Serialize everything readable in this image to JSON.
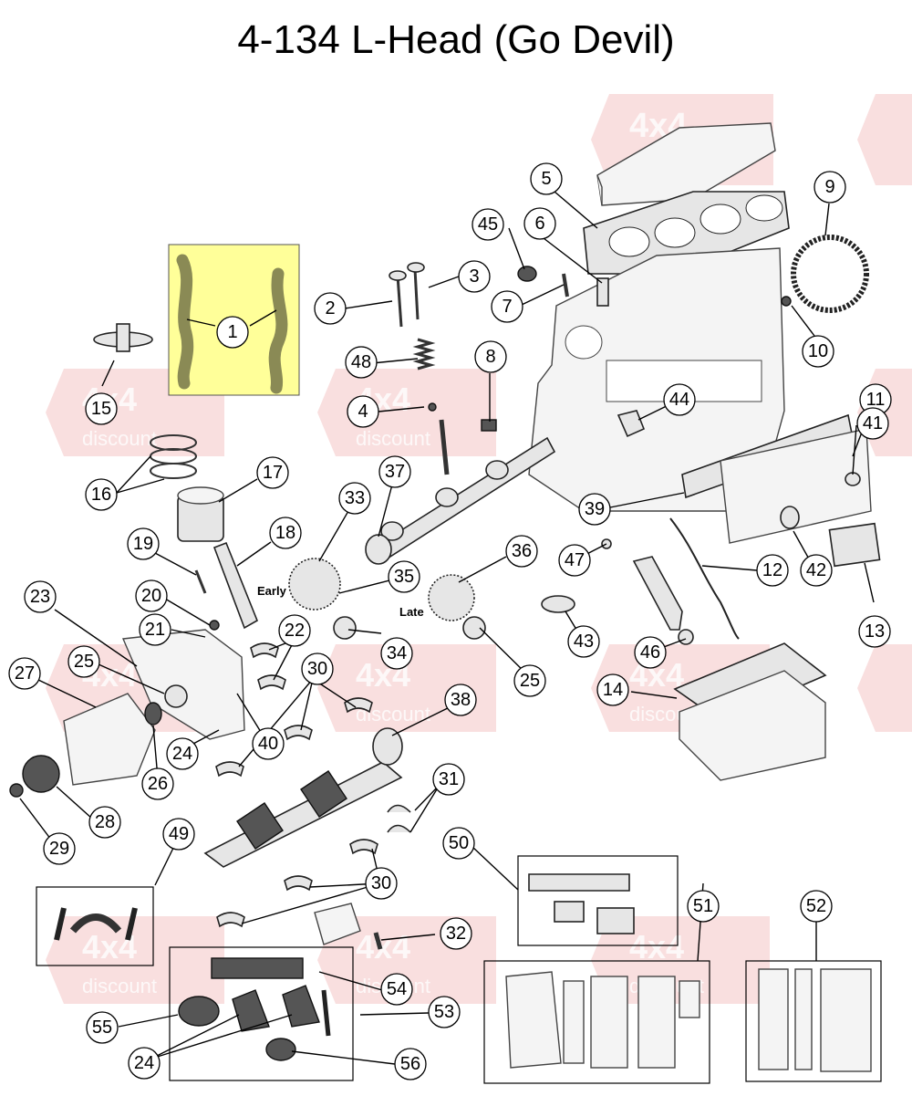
{
  "title": "4-134 L-Head (Go Devil)",
  "watermark": {
    "brand": "4x4",
    "sub": "discount"
  },
  "labels": {
    "early": "Early",
    "late": "Late"
  },
  "callouts": {
    "c1": "1",
    "c2": "2",
    "c3": "3",
    "c4": "4",
    "c5": "5",
    "c6": "6",
    "c7": "7",
    "c8": "8",
    "c9": "9",
    "c10": "10",
    "c11": "11",
    "c12": "12",
    "c13": "13",
    "c14": "14",
    "c15": "15",
    "c16": "16",
    "c17": "17",
    "c18": "18",
    "c19": "19",
    "c20": "20",
    "c21": "21",
    "c22": "22",
    "c23": "23",
    "c24a": "24",
    "c24b": "24",
    "c25a": "25",
    "c25b": "25",
    "c26": "26",
    "c27": "27",
    "c28": "28",
    "c29": "29",
    "c30a": "30",
    "c30b": "30",
    "c31": "31",
    "c32": "32",
    "c33": "33",
    "c34": "34",
    "c35": "35",
    "c36": "36",
    "c37": "37",
    "c38": "38",
    "c39": "39",
    "c40": "40",
    "c41": "41",
    "c42": "42",
    "c43": "43",
    "c44": "44",
    "c45": "45",
    "c46": "46",
    "c47": "47",
    "c48": "48",
    "c49": "49",
    "c50": "50",
    "c51": "51",
    "c52": "52",
    "c53": "53",
    "c54": "54",
    "c55": "55",
    "c56": "56"
  },
  "colors": {
    "highlight": "#ffff99",
    "watermark": "#f2b8b8"
  }
}
